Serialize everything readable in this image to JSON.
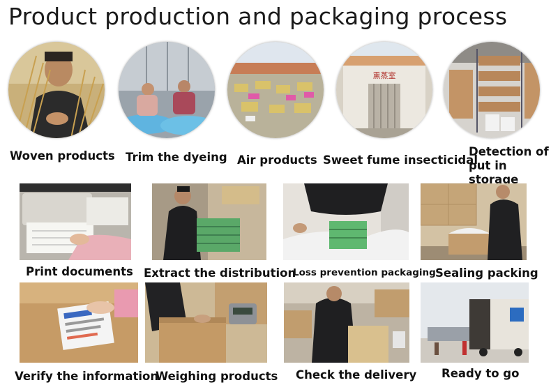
{
  "title": "Product production and packaging process",
  "top_row": [
    {
      "label": "Woven products"
    },
    {
      "label": "Trim the dyeing"
    },
    {
      "label": "Air products"
    },
    {
      "label": "Sweet fume insecticidal"
    },
    {
      "label_line1": "Detection of",
      "label_line2": "put in storage"
    }
  ],
  "room_sign": "熏蒸室",
  "middle_row": [
    {
      "label": "Print documents"
    },
    {
      "label": "Extract the distribution"
    },
    {
      "label": "Loss prevention packaging"
    },
    {
      "label": "Sealing packing"
    }
  ],
  "bottom_row": [
    {
      "label": "Verify the information"
    },
    {
      "label": "Weighing products"
    },
    {
      "label": "Check the delivery"
    },
    {
      "label": "Ready to go"
    }
  ]
}
